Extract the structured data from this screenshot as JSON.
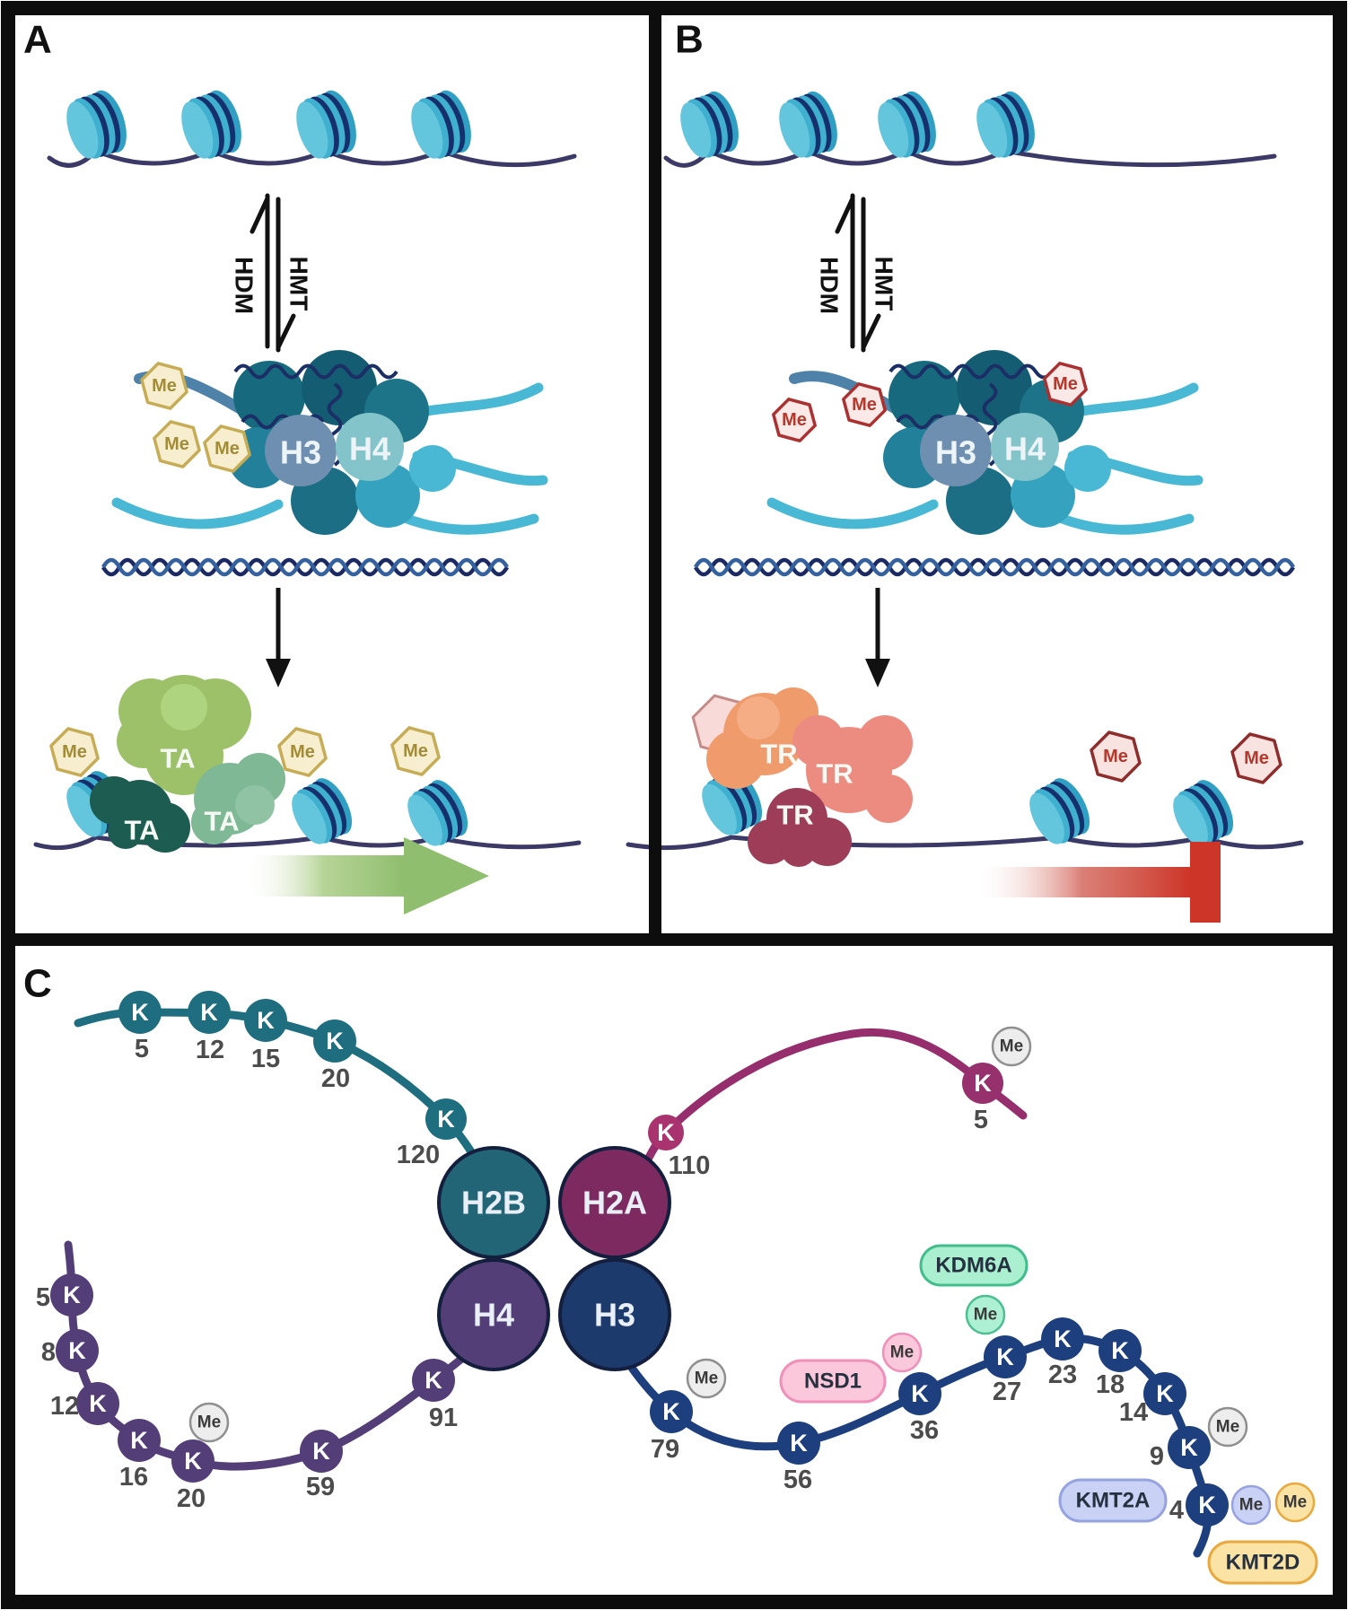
{
  "figure": {
    "panel_a": {
      "label": "A",
      "equilibrium": {
        "left": "HDM",
        "right": "HMT"
      },
      "histone_h3": "H3",
      "histone_h4": "H4",
      "methyl_label": "Me",
      "activator_label": "TA"
    },
    "panel_b": {
      "label": "B",
      "equilibrium": {
        "left": "HDM",
        "right": "HMT"
      },
      "histone_h3": "H3",
      "histone_h4": "H4",
      "methyl_label": "Me",
      "repressor_label": "TR"
    },
    "panel_c": {
      "label": "C",
      "lysine_letter": "K",
      "methyl_label": "Me",
      "histones": [
        {
          "name": "H2B"
        },
        {
          "name": "H2A"
        },
        {
          "name": "H4"
        },
        {
          "name": "H3"
        }
      ],
      "tails": {
        "h2b_residues": [
          "5",
          "12",
          "15",
          "20",
          "120"
        ],
        "h2a_residues": [
          "110",
          "5"
        ],
        "h4_residues": [
          "5",
          "8",
          "12",
          "16",
          "20",
          "59",
          "91"
        ],
        "h3_residues": [
          "79",
          "56",
          "36",
          "27",
          "23",
          "18",
          "14",
          "9",
          "4"
        ]
      },
      "enzymes": [
        {
          "name": "KDM6A"
        },
        {
          "name": "NSD1"
        },
        {
          "name": "KMT2A"
        },
        {
          "name": "KMT2D"
        }
      ],
      "colors": {
        "h2b": "#216577",
        "h2a": "#7d2a60",
        "h4": "#533e78",
        "h3": "#1d3a6d",
        "activating_me": "#c6ac55",
        "repressive_me": "#ab3131"
      }
    }
  }
}
